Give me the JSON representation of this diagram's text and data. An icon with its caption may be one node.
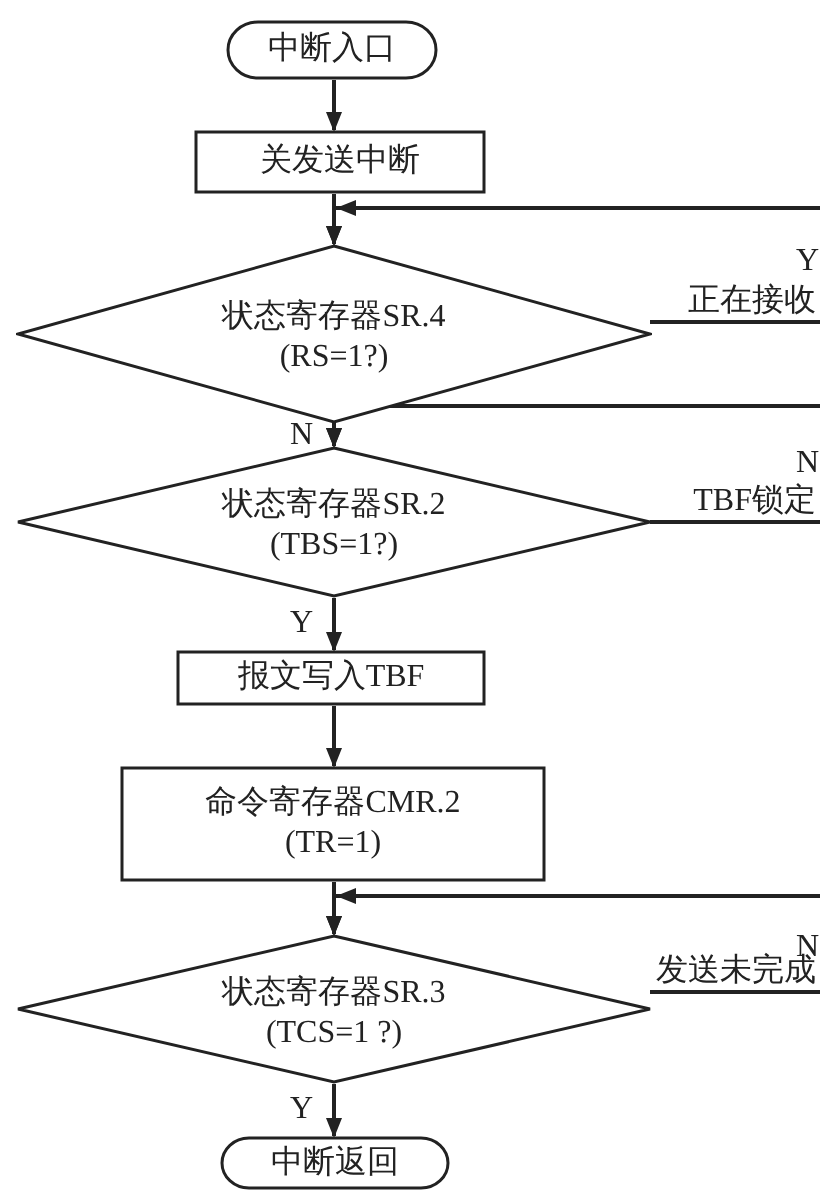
{
  "diagram": {
    "nodes": [
      {
        "text": [
          "中断入口"
        ]
      },
      {
        "text": [
          "关发送中断"
        ]
      },
      {
        "text": [
          "状态寄存器SR.4 (RS=1?)"
        ]
      },
      {
        "text": [
          "状态寄存器SR.2 (TBS=1?)"
        ]
      },
      {
        "text": [
          "报文写入TBF"
        ]
      },
      {
        "text": [
          "命令寄存器CMR.2 (TR=1)"
        ]
      },
      {
        "text": [
          "状态寄存器SR.3 (TCS=1 ?)"
        ]
      },
      {
        "text": [
          "中断返回"
        ]
      }
    ],
    "edges": [
      {
        "from": 0,
        "to": 1,
        "arrow": "to"
      },
      {
        "from": 1,
        "to": 2,
        "arrow": "to"
      },
      {
        "from": 2,
        "to": 3,
        "arrow": "to",
        "label": "N"
      },
      {
        "from": 3,
        "to": 4,
        "arrow": "to",
        "label": "Y"
      },
      {
        "from": 4,
        "to": 5,
        "arrow": "to"
      },
      {
        "from": 5,
        "to": 6,
        "arrow": "to"
      },
      {
        "from": 6,
        "to": 7,
        "arrow": "to",
        "label": "Y"
      },
      {
        "from": 2,
        "to": null,
        "arrow": "none",
        "label": "正在接收"
      },
      {
        "from": null,
        "to": 2,
        "arrow": "to"
      },
      {
        "from": 3,
        "to": null,
        "arrow": "none",
        "label": "TBF锁定"
      },
      {
        "from": null,
        "to": 3,
        "arrow": "to"
      },
      {
        "from": 6,
        "to": null,
        "arrow": "none",
        "label": "发送未完成"
      },
      {
        "from": null,
        "to": 6,
        "arrow": "to"
      }
    ],
    "labels": [
      "Y",
      "N",
      "N"
    ]
  }
}
